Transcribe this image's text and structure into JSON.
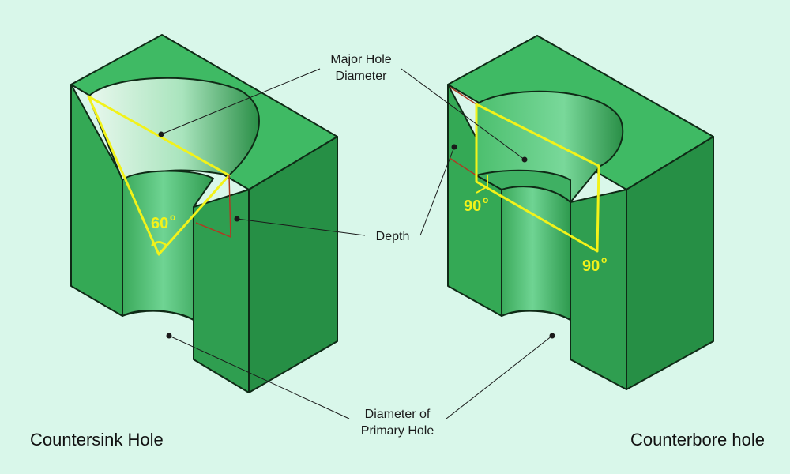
{
  "labels": {
    "major_hole_line1": "Major Hole",
    "major_hole_line2": "Diameter",
    "depth": "Depth",
    "primary_hole_line1": "Diameter of",
    "primary_hole_line2": "Primary Hole"
  },
  "angles": {
    "countersink": "60",
    "counterbore_left": "90",
    "counterbore_right": "90",
    "degree_mark": "o"
  },
  "captions": {
    "left": "Countersink Hole",
    "right": "Counterbore hole"
  },
  "colors": {
    "background": "#d9f7ea",
    "block_top": "#3fba64",
    "block_front": "#2f9e50",
    "block_side": "#268f45",
    "bore_wall": "#5fcf83",
    "highlight": "#f2f21a",
    "depth_mark": "#b03a22",
    "outline": "#0f2a16"
  }
}
